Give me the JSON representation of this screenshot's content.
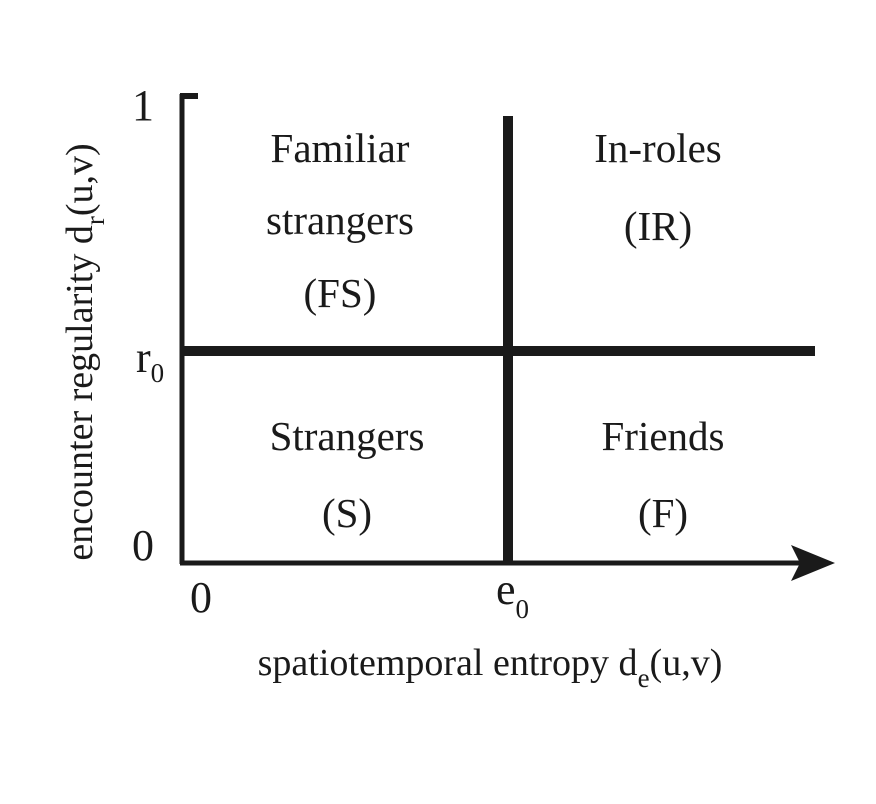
{
  "quadrants": {
    "top_left": {
      "line1": "Familiar",
      "line2": "strangers",
      "line3": "(FS)"
    },
    "top_right": {
      "line1": "In-roles",
      "line2": "(IR)"
    },
    "bottom_left": {
      "line1": "Strangers",
      "line2": "(S)"
    },
    "bottom_right": {
      "line1": "Friends",
      "line2": "(F)"
    }
  },
  "x_axis": {
    "label_main": "spatiotemporal entropy d",
    "label_sub": "e",
    "label_tail": "(u,v)",
    "tick_zero": "0",
    "threshold_main": "e",
    "threshold_sub": "0"
  },
  "y_axis": {
    "label_main": "encounter regularity d",
    "label_sub": "r",
    "label_tail": "(u,v)",
    "tick_zero": "0",
    "tick_one": "1",
    "threshold_main": "r",
    "threshold_sub": "0"
  }
}
